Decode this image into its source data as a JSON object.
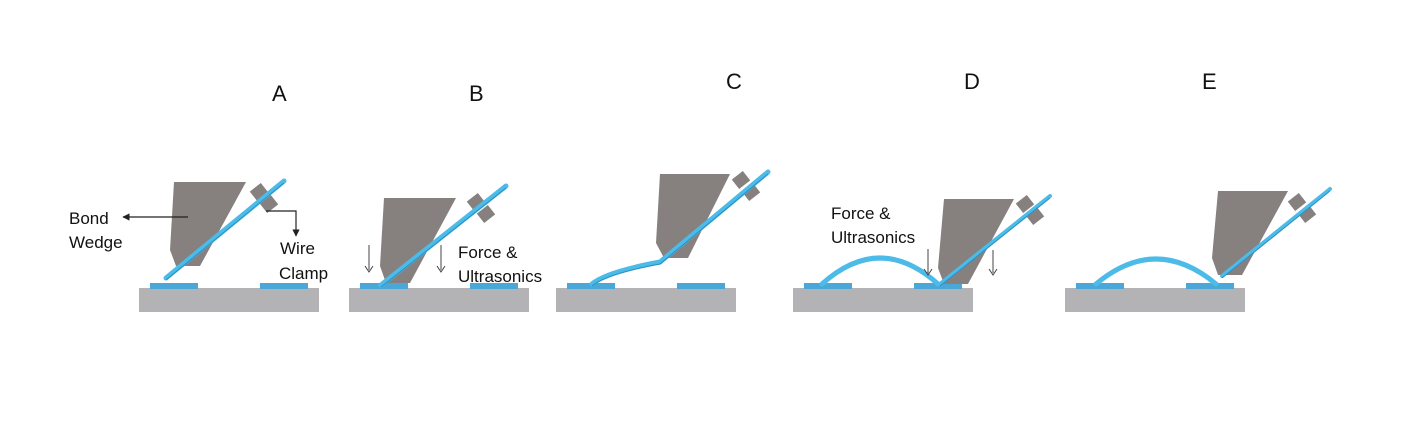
{
  "stages": [
    {
      "letter": "A"
    },
    {
      "letter": "B"
    },
    {
      "letter": "C"
    },
    {
      "letter": "D"
    },
    {
      "letter": "E"
    }
  ],
  "labels": {
    "bond_wedge_1": "Bond",
    "bond_wedge_2": "Wedge",
    "wire_clamp_1": "Wire",
    "wire_clamp_2": "Clamp",
    "force_b_1": "Force &",
    "force_b_2": "Ultrasonics",
    "force_d_1": "Force &",
    "force_d_2": "Ultrasonics"
  },
  "colors": {
    "wire": "#4dbbe8",
    "pad": "#4aa8d8",
    "substrate": "#b3b3b5",
    "tool": "#86807f"
  }
}
